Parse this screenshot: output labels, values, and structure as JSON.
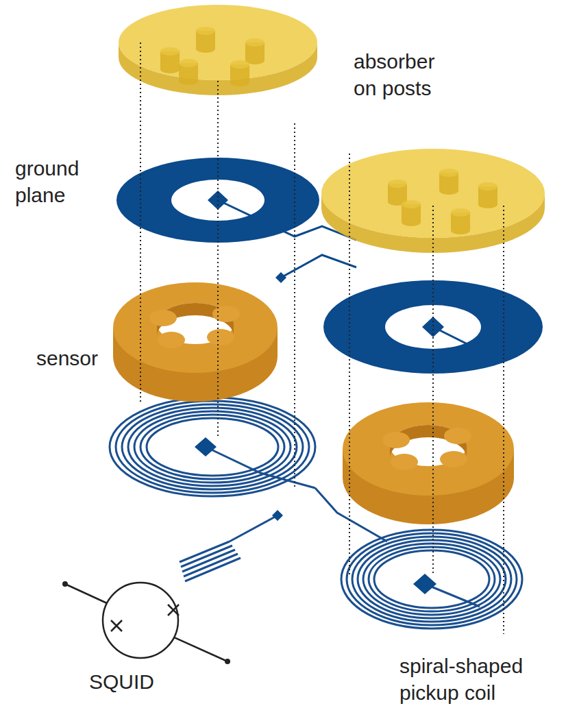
{
  "diagram": {
    "labels": [
      "absorber on posts",
      "ground plane",
      "sensor",
      "SQUID",
      "spiral-shaped pickup coil"
    ]
  }
}
